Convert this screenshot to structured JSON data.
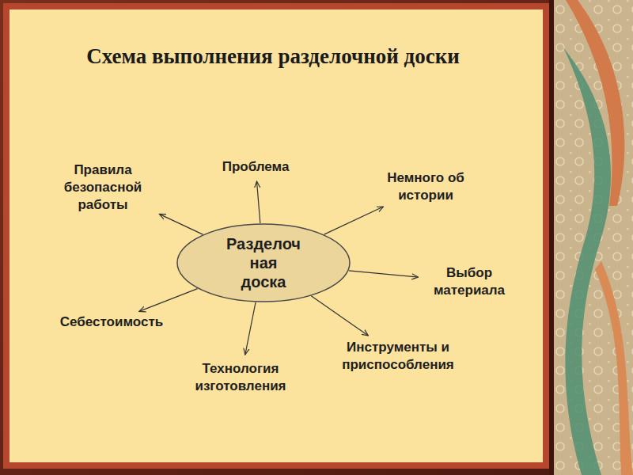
{
  "diagram": {
    "title": "Схема выполнения разделочной доски",
    "nodes": [
      {
        "text": [
          "Разделоч ная доска"
        ]
      },
      {
        "text": [
          "Правила безопасной работы"
        ]
      },
      {
        "text": [
          "Проблема"
        ]
      },
      {
        "text": [
          "Немного об истории"
        ]
      },
      {
        "text": [
          "Выбор материала"
        ]
      },
      {
        "text": [
          "Себестоимость"
        ]
      },
      {
        "text": [
          "Инструменты и приспособления"
        ]
      },
      {
        "text": [
          "Технология изготовления"
        ]
      }
    ],
    "edges": [
      {
        "from": 0,
        "to": 1,
        "arrow": "to"
      },
      {
        "from": 0,
        "to": 2,
        "arrow": "to"
      },
      {
        "from": 0,
        "to": 3,
        "arrow": "to"
      },
      {
        "from": 0,
        "to": 4,
        "arrow": "to"
      },
      {
        "from": 0,
        "to": 5,
        "arrow": "to"
      },
      {
        "from": 0,
        "to": 6,
        "arrow": "to"
      },
      {
        "from": 0,
        "to": 7,
        "arrow": "to"
      }
    ]
  }
}
